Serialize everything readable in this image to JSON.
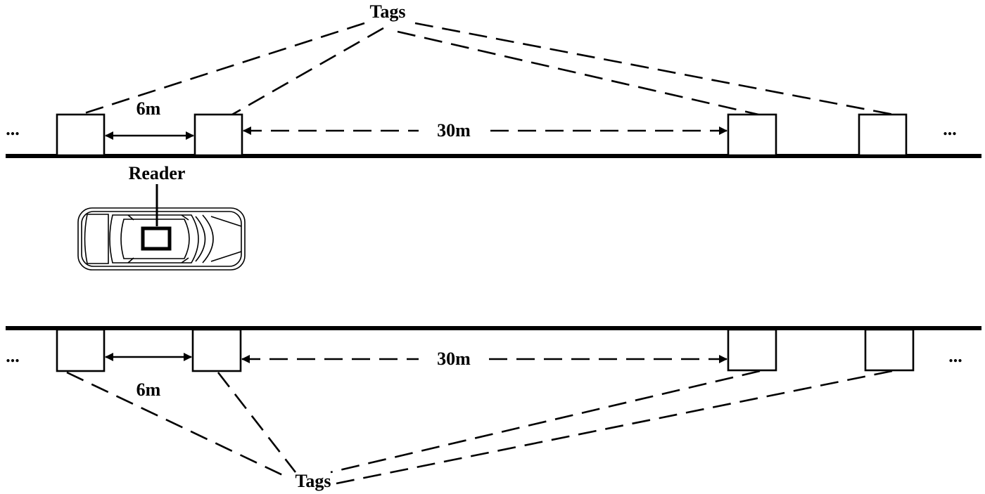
{
  "diagram": {
    "top": {
      "tags_label": "Tags",
      "short_spacing_label": "6m",
      "long_spacing_label": "30m",
      "ellipsis_left": "...",
      "ellipsis_right": "..."
    },
    "reader_label": "Reader",
    "bottom": {
      "tags_label": "Tags",
      "short_spacing_label": "6m",
      "long_spacing_label": "30m",
      "ellipsis_left": "...",
      "ellipsis_right": "..."
    }
  }
}
